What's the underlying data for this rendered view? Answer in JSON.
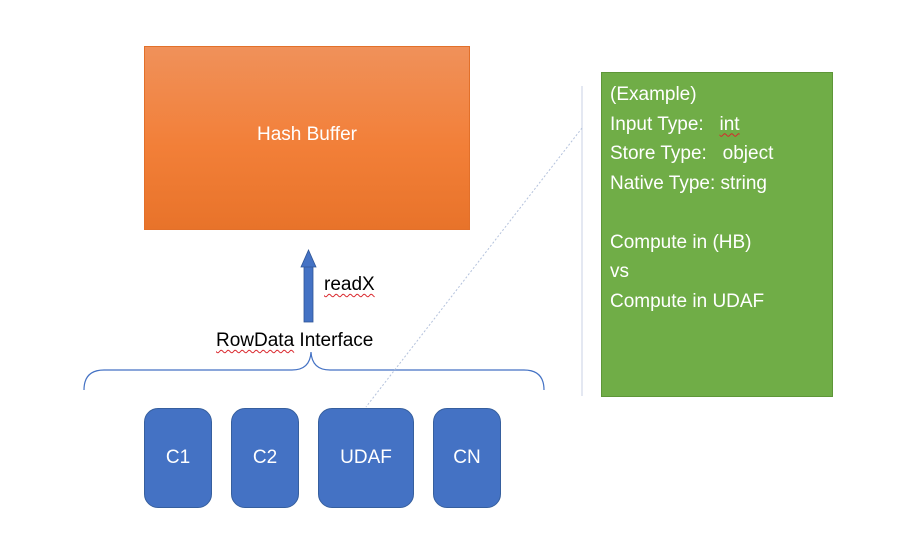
{
  "hash_buffer": {
    "label": "Hash Buffer"
  },
  "arrow": {
    "label_prefix": "",
    "label": "readX"
  },
  "interface": {
    "label_squiggled": "RowData",
    "label_rest": " Interface"
  },
  "components": [
    {
      "id": "c1",
      "label": "C1"
    },
    {
      "id": "c2",
      "label": "C2"
    },
    {
      "id": "udaf",
      "label": "UDAF"
    },
    {
      "id": "cn",
      "label": "CN"
    }
  ],
  "example": {
    "line1": "(Example)",
    "input_type_label": "Input Type:   ",
    "input_type_value": "int",
    "store_type": "Store Type:   object",
    "native_type": "Native Type: string",
    "compute_hb": "Compute in (HB)",
    "vs": "vs",
    "compute_udaf": "Compute in UDAF"
  },
  "colors": {
    "hash_buffer": "#f27f38",
    "component": "#4472c4",
    "example_box": "#70ad47",
    "arrow": "#4472c4",
    "brace": "#4472c4",
    "callout_line": "#a9bcdc"
  }
}
